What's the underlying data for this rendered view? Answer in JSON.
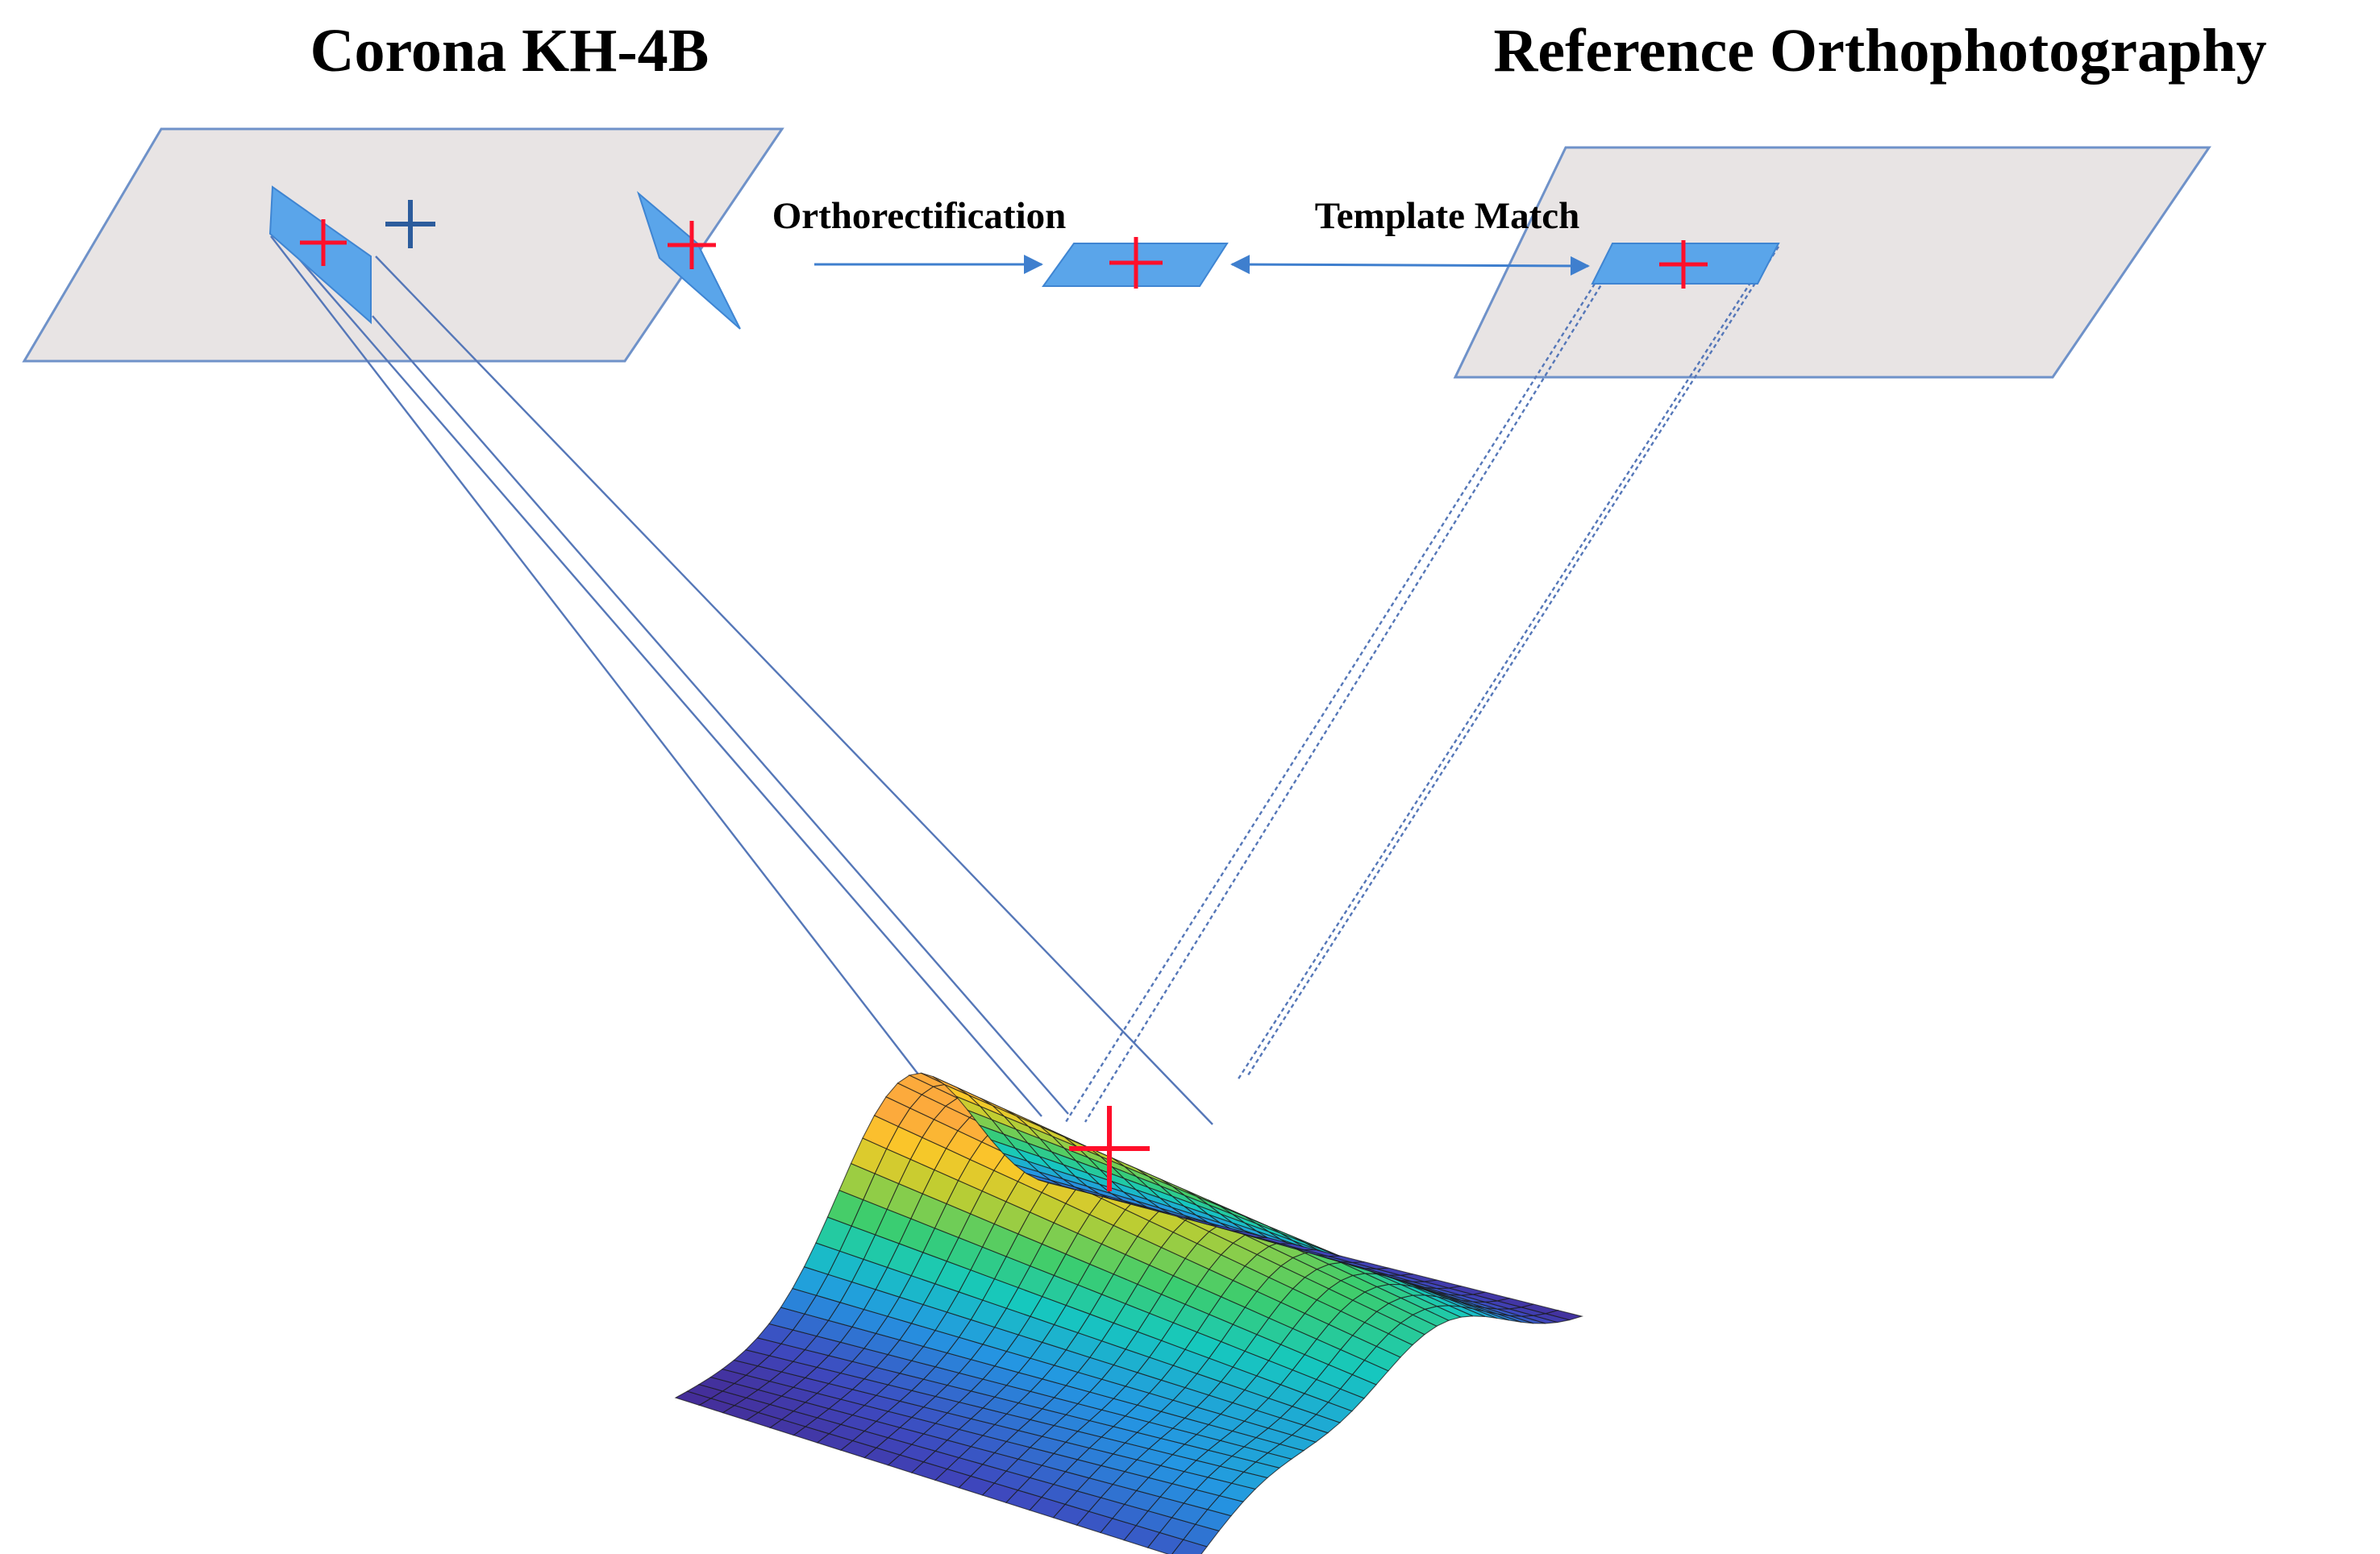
{
  "titles": {
    "left": "Corona KH-4B",
    "right": "Reference Orthophotography"
  },
  "steps": {
    "orthorectification": "Orthorectification",
    "template_match": "Template Match"
  },
  "colors": {
    "plane_fill": "#e8e4e4",
    "plane_stroke": "#6f92c9",
    "patch_fill": "#5aa5ea",
    "marker_red": "#ff0f2a",
    "marker_blue": "#2c5c9c",
    "ray": "#5577b8",
    "surface_colormap": "viridis-like (blue to yellow)"
  },
  "icons": {
    "gcp_marker": "red-cross",
    "principal_point_marker": "blue-cross",
    "terrain": "3d-mesh-surface"
  }
}
